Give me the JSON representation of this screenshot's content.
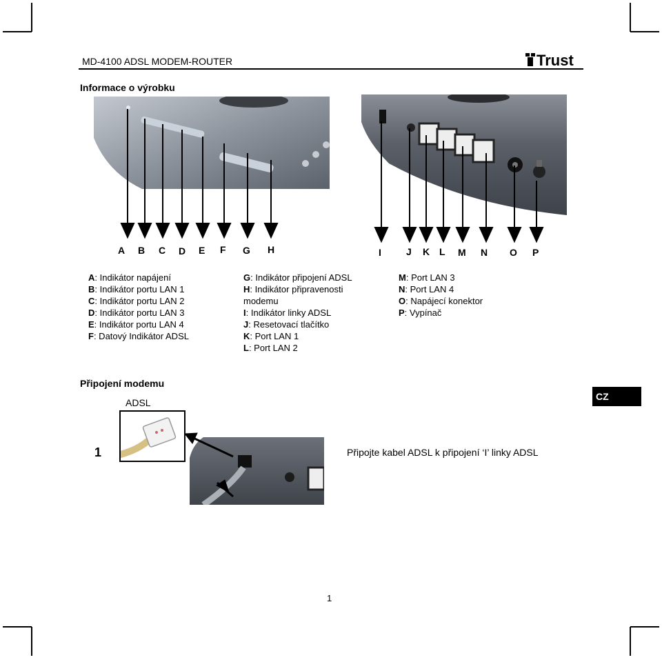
{
  "header": {
    "title": "MD-4100 ADSL MODEM-ROUTER",
    "logo_text": "Trust"
  },
  "product_info": {
    "heading": "Informace o výrobku",
    "front_letters": [
      "A",
      "B",
      "C",
      "D",
      "E",
      "F",
      "G",
      "H"
    ],
    "back_letters": [
      "I",
      "J",
      "K",
      "L",
      "M",
      "N",
      "O",
      "P"
    ],
    "legend_col1": [
      {
        "key": "A",
        "text": ":  Indikátor napájení"
      },
      {
        "key": "B",
        "text": ":  Indikátor portu LAN 1"
      },
      {
        "key": "C",
        "text": ":  Indikátor portu LAN 2"
      },
      {
        "key": "D",
        "text": ":  Indikátor portu LAN 3"
      },
      {
        "key": "E",
        "text": ":  Indikátor portu LAN 4"
      },
      {
        "key": "F",
        "text": ":  Datový Indikátor ADSL"
      }
    ],
    "legend_col2": [
      {
        "key": "G",
        "text": ":  Indikátor připojení ADSL"
      },
      {
        "key": "H",
        "text": ":  Indikátor připravenosti"
      },
      {
        "key": "",
        "text": "modemu"
      },
      {
        "key": "I",
        "text": ":   Indikátor linky ADSL"
      },
      {
        "key": "J",
        "text": ":  Resetovací tlačítko"
      },
      {
        "key": "K",
        "text": ":  Port LAN 1"
      },
      {
        "key": "L",
        "text": ":  Port LAN 2"
      }
    ],
    "legend_col3": [
      {
        "key": "M",
        "text": ": Port LAN 3"
      },
      {
        "key": "N",
        "text": ":  Port LAN 4"
      },
      {
        "key": "O",
        "text": ":  Napájecí konektor"
      },
      {
        "key": "P",
        "text": ":  Vypínač"
      }
    ]
  },
  "connection": {
    "heading": "Připojení modemu",
    "adsl_label": "ADSL",
    "language_badge": "CZ",
    "step_number": "1",
    "step_text": "Připojte kabel ADSL k připojení ‘I’ linky ADSL"
  },
  "footer": {
    "page_number": "1"
  },
  "colors": {
    "device_body": "#5a5e66",
    "device_top": "#9aa0a8",
    "cable": "#d9c48a",
    "accent": "#000000"
  }
}
